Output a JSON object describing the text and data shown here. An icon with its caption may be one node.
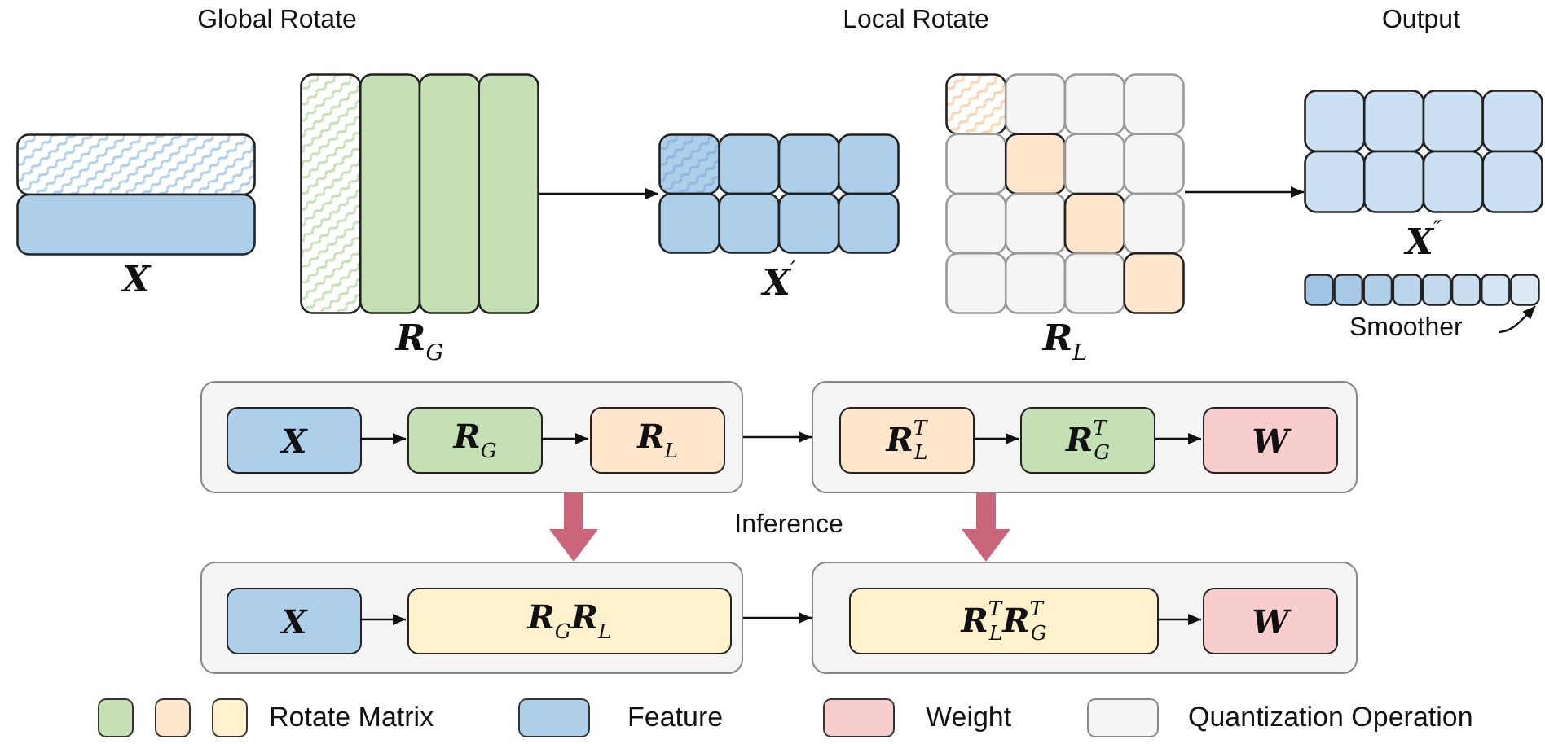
{
  "diagram": {
    "nodes": [
      {
        "text": [
          "X"
        ]
      },
      {
        "text": [
          "R$_{G}$"
        ]
      },
      {
        "text": [
          "X$^{′}$"
        ]
      },
      {
        "text": [
          "R$_{L}$"
        ]
      },
      {
        "text": [
          "X$^{″}$"
        ]
      },
      {
        "text": [],
        "shape": "bar"
      },
      {
        "text": [
          "Smoother"
        ]
      },
      {
        "text": [],
        "shape": "box"
      },
      {
        "text": [
          "X"
        ],
        "in": 7
      },
      {
        "text": [
          "R$_{G}$"
        ],
        "in": 7
      },
      {
        "text": [
          "R$_{L}$"
        ],
        "in": 7
      },
      {
        "text": [],
        "shape": "box"
      },
      {
        "text": [
          "R$^{T}$$_{L}$"
        ],
        "in": 11
      },
      {
        "text": [
          "R$^{T}$$_{G}$"
        ],
        "in": 11
      },
      {
        "text": [
          "W"
        ],
        "in": 11
      },
      {
        "text": [],
        "shape": "box"
      },
      {
        "text": [
          "X"
        ],
        "in": 15
      },
      {
        "text": [
          "R$_{G}$R$_{L}$"
        ],
        "in": 15
      },
      {
        "text": [],
        "shape": "box"
      },
      {
        "text": [
          "R$^{T}$$_{L}$R$^{T}$$_{G}$"
        ],
        "in": 18
      },
      {
        "text": [
          "W"
        ],
        "in": 18
      }
    ],
    "edges": [
      {
        "from": 1,
        "to": 2,
        "arrow": "to"
      },
      {
        "from": 3,
        "to": 4,
        "arrow": "to"
      },
      {
        "from": 6,
        "to": 5,
        "arrow": "to"
      },
      {
        "from": 8,
        "to": 9,
        "arrow": "to"
      },
      {
        "from": 9,
        "to": 10,
        "arrow": "to"
      },
      {
        "from": 7,
        "to": 11,
        "arrow": "to"
      },
      {
        "from": 12,
        "to": 13,
        "arrow": "to"
      },
      {
        "from": 13,
        "to": 14,
        "arrow": "to"
      },
      {
        "from": 16,
        "to": 17,
        "arrow": "to"
      },
      {
        "from": 15,
        "to": 18,
        "arrow": "to"
      },
      {
        "from": 19,
        "to": 20,
        "arrow": "to"
      },
      {
        "from": 7,
        "to": 15,
        "arrow": "to",
        "style": "thick",
        "color": "#c9667c"
      },
      {
        "from": 11,
        "to": 18,
        "arrow": "to",
        "style": "thick",
        "color": "#c9667c"
      }
    ],
    "labels": [
      "Global Rotate",
      "Local Rotate",
      "Output",
      "Inference"
    ],
    "legend": [
      {
        "text": "Rotate Matrix",
        "color": "#c6e0b5"
      },
      {
        "text": "Feature",
        "color": "#aecfea"
      },
      {
        "text": "Weight",
        "color": "#f7cdcd"
      },
      {
        "text": "Quantization Operation",
        "color": "#f5f5f5"
      }
    ]
  }
}
